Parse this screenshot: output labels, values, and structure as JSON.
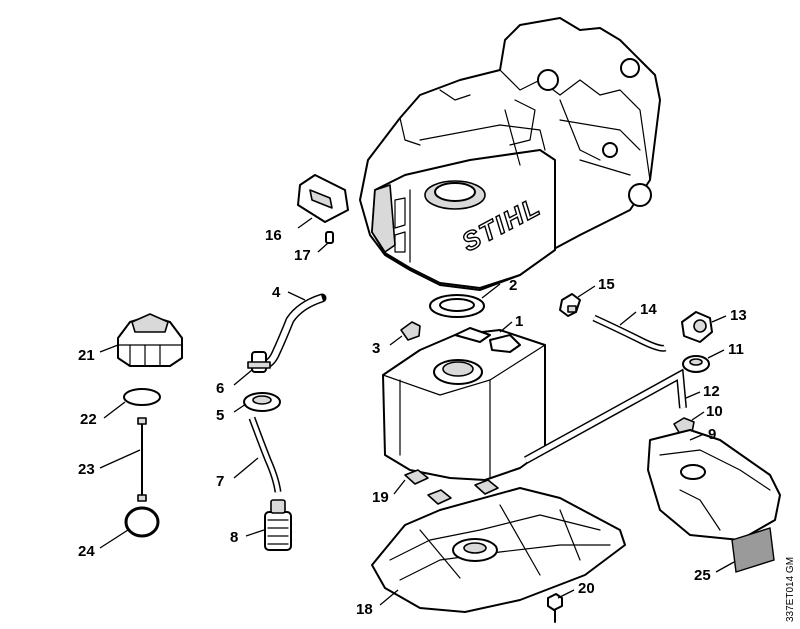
{
  "diagram": {
    "brand_mark": "STIHL",
    "drawing_code": "337ET014 GM",
    "callouts": [
      {
        "id": "1",
        "label": "1"
      },
      {
        "id": "2",
        "label": "2"
      },
      {
        "id": "3",
        "label": "3"
      },
      {
        "id": "4",
        "label": "4"
      },
      {
        "id": "5",
        "label": "5"
      },
      {
        "id": "6",
        "label": "6"
      },
      {
        "id": "7",
        "label": "7"
      },
      {
        "id": "8",
        "label": "8"
      },
      {
        "id": "9",
        "label": "9"
      },
      {
        "id": "10",
        "label": "10"
      },
      {
        "id": "11",
        "label": "11"
      },
      {
        "id": "12",
        "label": "12"
      },
      {
        "id": "13",
        "label": "13"
      },
      {
        "id": "14",
        "label": "14"
      },
      {
        "id": "15",
        "label": "15"
      },
      {
        "id": "16",
        "label": "16"
      },
      {
        "id": "17",
        "label": "17"
      },
      {
        "id": "18",
        "label": "18"
      },
      {
        "id": "19",
        "label": "19"
      },
      {
        "id": "20",
        "label": "20"
      },
      {
        "id": "21",
        "label": "21"
      },
      {
        "id": "22",
        "label": "22"
      },
      {
        "id": "23",
        "label": "23"
      },
      {
        "id": "24",
        "label": "24"
      },
      {
        "id": "25",
        "label": "25"
      }
    ]
  }
}
